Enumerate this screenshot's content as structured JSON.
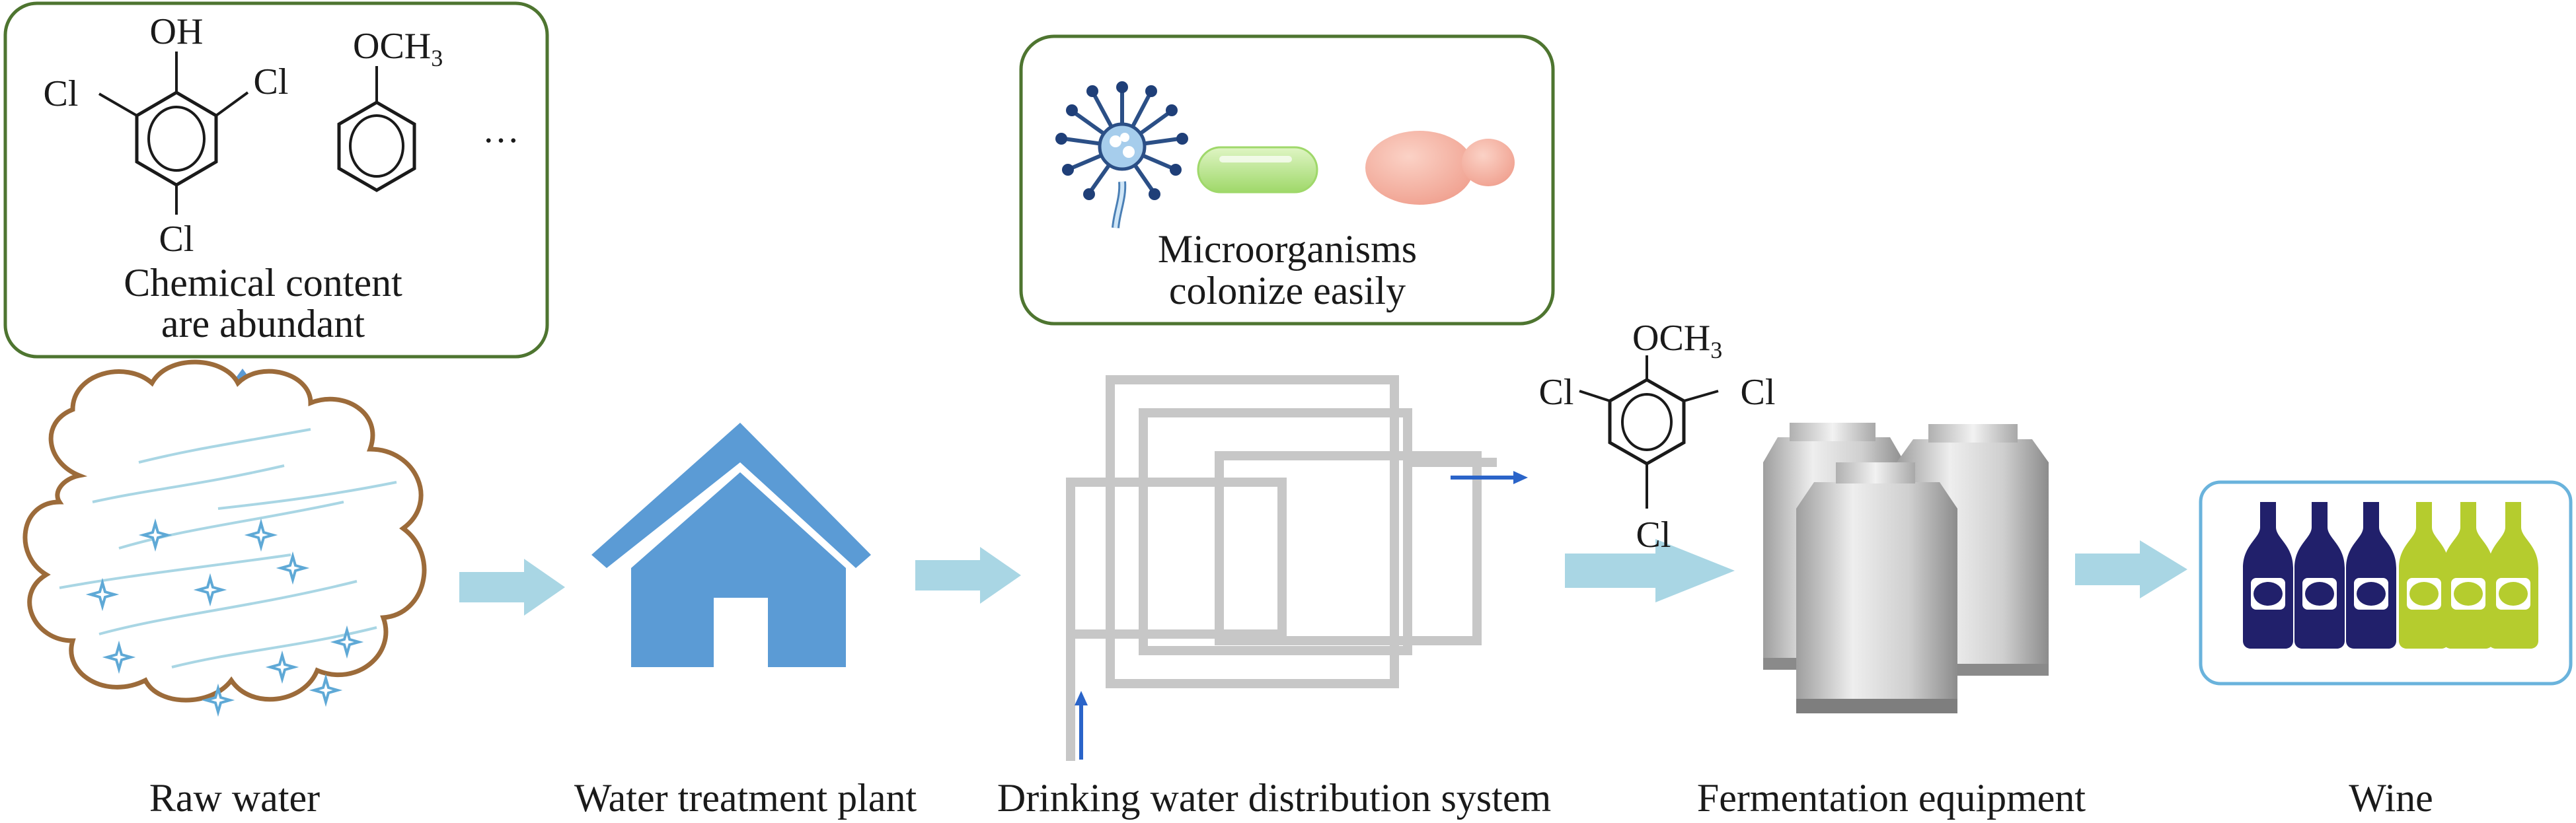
{
  "colors": {
    "box_border": "#4e7530",
    "arrow": "#a9d6e4",
    "house": "#5b9bd5",
    "cloud_border": "#9c6b3a",
    "pipe": "#c7c7c7",
    "flow_arrow": "#2a64c9",
    "dark_bottle": "#21206b",
    "light_bottle": "#b5cc2e",
    "rod": "#b9e48f",
    "yeast": "#f4b3a3",
    "wine_box_border": "#6ab3dc"
  },
  "chemical_box": {
    "text_line1": "Chemical content",
    "text_line2": "are abundant",
    "molecule1": {
      "top_group": "OH",
      "left_sub": "Cl",
      "right_sub": "Cl",
      "bottom_sub": "Cl"
    },
    "molecule2": {
      "top_group": "OCH",
      "top_group_subscript": "3"
    },
    "ellipsis": "…"
  },
  "microbe_box": {
    "text_line1": "Microorganisms",
    "text_line2": "colonize easily",
    "icons": [
      "fungus-icon",
      "bacteria-rod-icon",
      "yeast-icon"
    ]
  },
  "tca_molecule": {
    "top_group": "OCH",
    "top_group_subscript": "3",
    "left_sub": "Cl",
    "right_sub": "Cl",
    "bottom_sub": "Cl"
  },
  "stages": [
    {
      "label": "Raw water",
      "icon": "raw-water-cloud-icon"
    },
    {
      "label": "Water treatment plant",
      "icon": "house-icon"
    },
    {
      "label": "Drinking water distribution system",
      "icon": "pipe-network-icon"
    },
    {
      "label": "Fermentation equipment",
      "icon": "fermentation-tank-icon"
    },
    {
      "label": "Wine",
      "icon": "wine-bottles-icon"
    }
  ]
}
